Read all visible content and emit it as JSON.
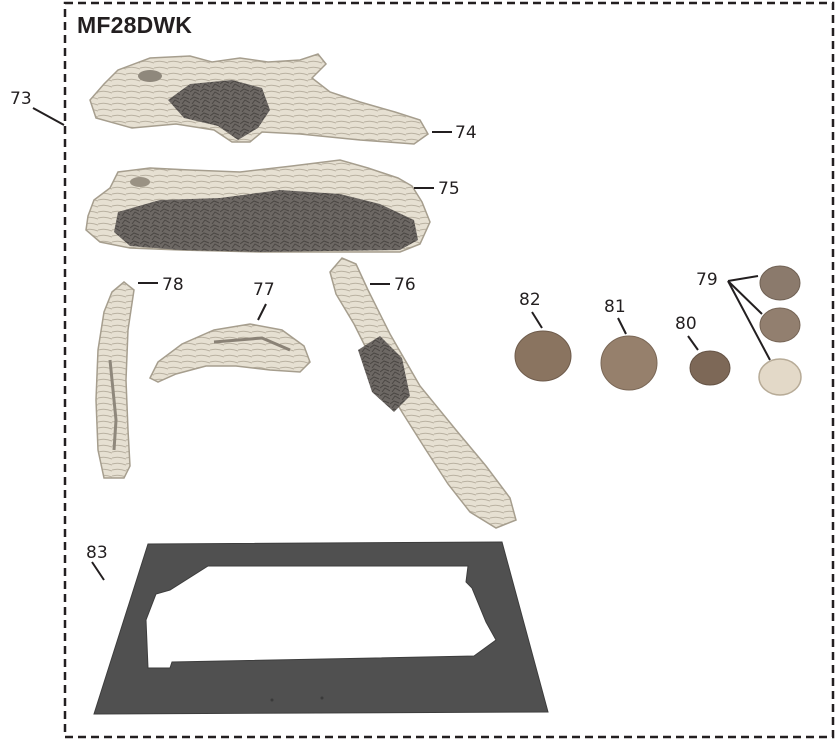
{
  "title": "MF28DWK",
  "callouts": {
    "c73": "73",
    "c74": "74",
    "c75": "75",
    "c76": "76",
    "c77": "77",
    "c78": "78",
    "c79": "79",
    "c80": "80",
    "c81": "81",
    "c82": "82",
    "c83": "83"
  },
  "colors": {
    "frame": "#231f20",
    "log_light": "#e7e1d4",
    "log_shadow": "#b8b0a0",
    "ember_bed": "#6f6a66",
    "stone_82": "#8a7460",
    "stone_81": "#96806c",
    "stone_80": "#7d6857",
    "stone_79_top": "#8b7a6c",
    "stone_79_mid": "#927f6f",
    "stone_79_bottom": "#e3d9c8",
    "base_tray": "#505050"
  },
  "parts": [
    "log-74",
    "log-75",
    "log-76",
    "log-77",
    "log-78",
    "stone-79",
    "stone-80",
    "stone-81",
    "stone-82",
    "base-tray-83"
  ]
}
